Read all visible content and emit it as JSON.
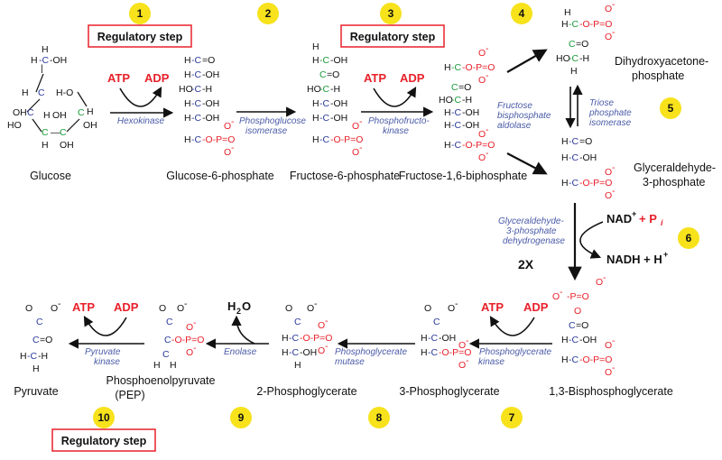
{
  "regulatory_label": "Regulatory step",
  "steps": [
    "1",
    "2",
    "3",
    "4",
    "5",
    "6",
    "7",
    "8",
    "9",
    "10"
  ],
  "molecules": {
    "glucose": "Glucose",
    "g6p": "Glucose-6-phosphate",
    "f6p": "Fructose-6-phosphate",
    "f16bp": "Fructose-1,6-biphosphate",
    "dhap_1": "Dihydroxyacetone-",
    "dhap_2": "phosphate",
    "g3p_1": "Glyceraldehyde-",
    "g3p_2": "3-phosphate",
    "bpg13": "1,3-Bisphosphoglycerate",
    "pg3": "3-Phosphoglycerate",
    "pg2": "2-Phosphoglycerate",
    "pep_1": "Phosphoenolpyruvate",
    "pep_2": "(PEP)",
    "pyruvate": "Pyruvate"
  },
  "enzymes": {
    "hexokinase": "Hexokinase",
    "pgi_1": "Phosphoglucose",
    "pgi_2": "isomerase",
    "pfk_1": "Phosphofructo-",
    "pfk_2": "kinase",
    "aldolase_1": "Fructose",
    "aldolase_2": "bisphosphate",
    "aldolase_3": "aldolase",
    "tpi_1": "Triose",
    "tpi_2": "phosphate",
    "tpi_3": "isomerase",
    "gapdh_1": "Glyceraldehyde-",
    "gapdh_2": "3-phosphate",
    "gapdh_3": "dehydrogenase",
    "pgk_1": "Phosphoglycerate",
    "pgk_2": "kinase",
    "pgm_1": "Phosphoglycerate",
    "pgm_2": "mutase",
    "enolase": "Enolase",
    "pk_1": "Pyruvate",
    "pk_2": "kinase"
  },
  "cofactors": {
    "atp": "ATP",
    "adp": "ADP",
    "nad": "NAD",
    "nad_sup": "+",
    "plus_pi": "+ P",
    "pi_sub": "i",
    "nadh": "NADH + H",
    "nadh_sup": "+",
    "water": "H",
    "water_sub": "2",
    "water_o": "O",
    "times_two": "2X"
  },
  "colors": {
    "accent_red": "#e8202a",
    "step_circle": "#f7e21c",
    "enzyme_blue": "#4a5ba8",
    "carbon_blue": "#2b3a9a",
    "carbon_green": "#1a9a3a"
  }
}
